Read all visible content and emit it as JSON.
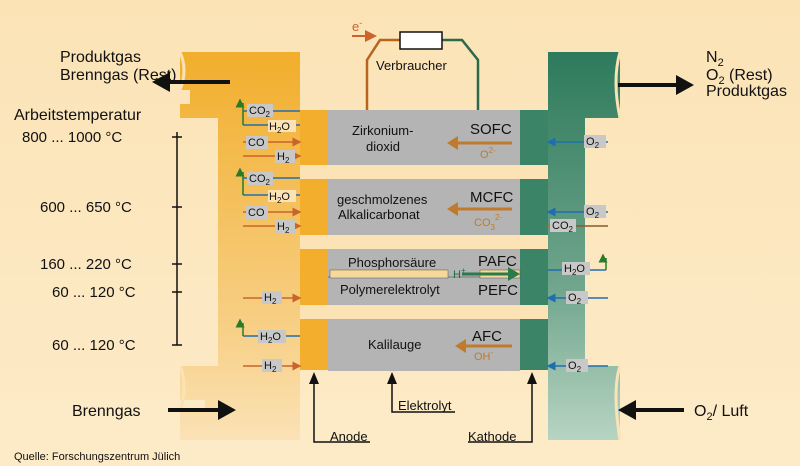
{
  "left_labels": {
    "top_line1": "Produktgas",
    "top_line2": "Brenngas (Rest)",
    "temp_header": "Arbeitstemperatur",
    "bottom": "Brenngas"
  },
  "right_labels": {
    "top_line1": "N",
    "top_line1_sub": "2",
    "top_line2": "O",
    "top_line2_sub": "2",
    "top_line2_rest": " (Rest)",
    "top_line3": "Produktgas",
    "bottom": "O",
    "bottom_sub": "2",
    "bottom_rest": "/ Luft"
  },
  "temperatures": [
    "800 ... 1000 °C",
    "600 ... 650 °C",
    "160 ... 220 °C",
    "60 ... 120 °C",
    "60 ... 120 °C"
  ],
  "circuit": {
    "electron": "e",
    "electron_sup": "-",
    "load": "Verbraucher"
  },
  "cells": [
    {
      "electrolyte": "Zirkonium-",
      "electrolyte2": "dioxid",
      "type": "SOFC",
      "ion": "O",
      "ion_sup": "2-"
    },
    {
      "electrolyte": "geschmolzenes",
      "electrolyte2": "Alkalicarbonat",
      "type": "MCFC",
      "ion": "CO",
      "ion_sub": "3",
      "ion_sup": "2-"
    },
    {
      "electrolyte": "Phosphorsäure",
      "type": "PAFC",
      "ion": "H",
      "ion_sup": "+"
    },
    {
      "electrolyte": "Polymerelektrolyt",
      "type": "PEFC"
    },
    {
      "electrolyte": "Kalilauge",
      "type": "AFC",
      "ion": "OH",
      "ion_sup": "-"
    }
  ],
  "gases": {
    "co2": "CO",
    "co2_sub": "2",
    "h2o": "H",
    "h2o_sub": "2",
    "h2o_end": "O",
    "co": "CO",
    "h2": "H",
    "h2_sub": "2",
    "o2": "O",
    "o2_sub": "2"
  },
  "bottom_labels": {
    "anode": "Anode",
    "electrolyte": "Elektrolyt",
    "cathode": "Kathode"
  },
  "source": "Quelle: Forschungszentrum Jülich",
  "colors": {
    "anode_orange": "#f2b23a",
    "cathode_green": "#2f7a5f",
    "cell_gray": "#b4b4b4",
    "ion_arrow": "#c07a2c",
    "blue_line": "#1e6fb0",
    "green_line": "#2a7a2a"
  }
}
